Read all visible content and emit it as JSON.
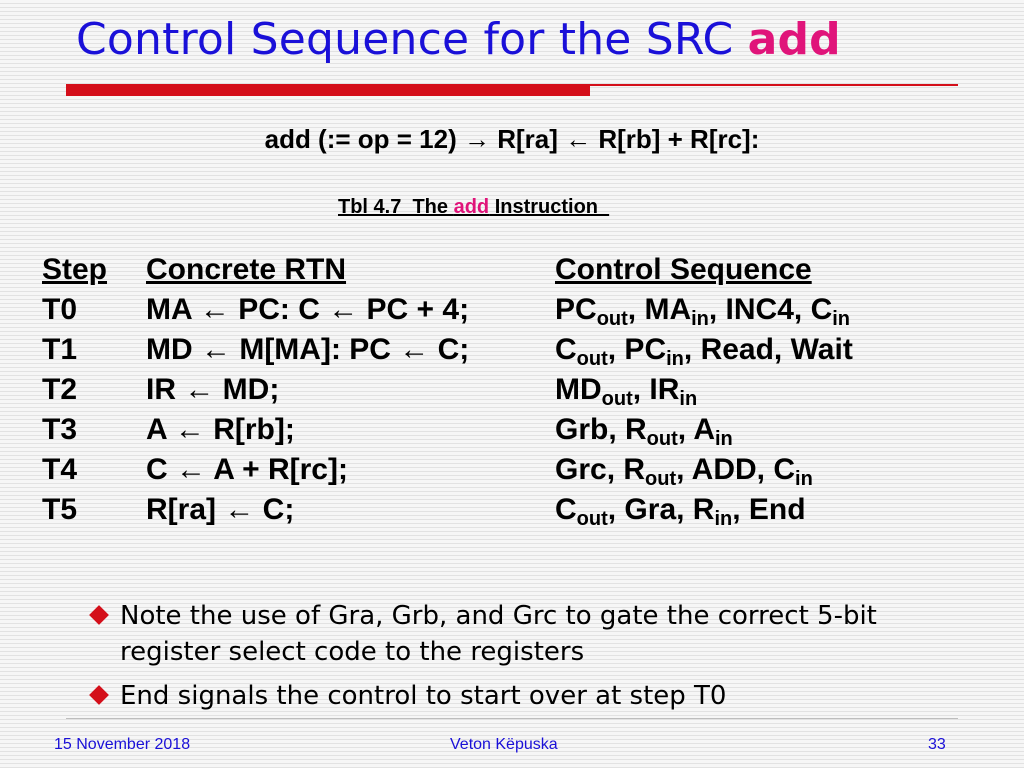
{
  "slide": {
    "title_text": "Control Sequence for the SRC ",
    "title_keyword": "add",
    "rtn": "add (:= op = 12) → R[ra] ← R[rb] + R[rc]:",
    "caption_prefix": "Tbl 4.7  The ",
    "caption_keyword": "add",
    "caption_suffix": " Instruction  "
  },
  "table": {
    "headers": [
      "Step",
      "Concrete RTN",
      "Control Sequence"
    ],
    "rows": [
      {
        "step": "T0",
        "rtn": "MA ← PC: C ← PC + 4;",
        "control": [
          {
            "t": "PC"
          },
          {
            "sub": "out"
          },
          {
            "t": ", MA"
          },
          {
            "sub": "in"
          },
          {
            "t": ", INC4, C"
          },
          {
            "sub": "in"
          }
        ]
      },
      {
        "step": "T1",
        "rtn": "MD ← M[MA]: PC ← C;",
        "control": [
          {
            "t": "C"
          },
          {
            "sub": "out"
          },
          {
            "t": ", PC"
          },
          {
            "sub": "in"
          },
          {
            "t": ", Read, Wait"
          }
        ]
      },
      {
        "step": "T2",
        "rtn": "IR ← MD;",
        "control": [
          {
            "t": "MD"
          },
          {
            "sub": "out"
          },
          {
            "t": ", IR"
          },
          {
            "sub": "in"
          }
        ]
      },
      {
        "step": "T3",
        "rtn": "A ← R[rb];",
        "control": [
          {
            "t": "Grb, R"
          },
          {
            "sub": "out"
          },
          {
            "t": ", A"
          },
          {
            "sub": "in"
          }
        ]
      },
      {
        "step": "T4",
        "rtn": "C ← A + R[rc];",
        "control": [
          {
            "t": "Grc, R"
          },
          {
            "sub": "out"
          },
          {
            "t": ", ADD, C"
          },
          {
            "sub": "in"
          }
        ]
      },
      {
        "step": "T5",
        "rtn": "R[ra] ← C;",
        "control": [
          {
            "t": "C"
          },
          {
            "sub": "out"
          },
          {
            "t": ", Gra, R"
          },
          {
            "sub": "in"
          },
          {
            "t": ", End"
          }
        ]
      }
    ]
  },
  "bullets": [
    "Note the use of Gra, Grb, and Grc to gate the correct 5-bit register select code to the registers",
    "End signals the control to start over at step T0"
  ],
  "footer": {
    "date": "15 November 2018",
    "author": "Veton Këpuska",
    "page": "33"
  },
  "colors": {
    "title": "#1a10d8",
    "keyword": "#e0147a",
    "accent_bar": "#d40f1a",
    "bullet": "#d40f1a",
    "footer_text": "#1a10d8"
  },
  "icons": {
    "bullet": "red-diamond-bullet-icon"
  }
}
